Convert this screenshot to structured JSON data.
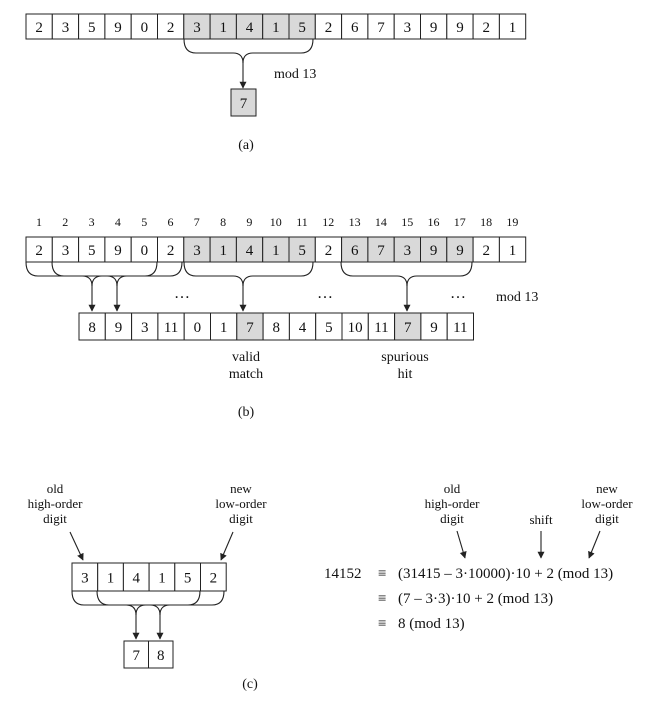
{
  "panel_a": {
    "digits": [
      "2",
      "3",
      "5",
      "9",
      "0",
      "2",
      "3",
      "1",
      "4",
      "1",
      "5",
      "2",
      "6",
      "7",
      "3",
      "9",
      "9",
      "2",
      "1"
    ],
    "mod_label": "mod 13",
    "result": "7",
    "caption": "(a)"
  },
  "panel_b": {
    "indices": [
      "1",
      "2",
      "3",
      "4",
      "5",
      "6",
      "7",
      "8",
      "9",
      "10",
      "11",
      "12",
      "13",
      "14",
      "15",
      "16",
      "17",
      "18",
      "19"
    ],
    "digits": [
      "2",
      "3",
      "5",
      "9",
      "0",
      "2",
      "3",
      "1",
      "4",
      "1",
      "5",
      "2",
      "6",
      "7",
      "3",
      "9",
      "9",
      "2",
      "1"
    ],
    "results": [
      "8",
      "9",
      "3",
      "11",
      "0",
      "1",
      "7",
      "8",
      "4",
      "5",
      "10",
      "11",
      "7",
      "9",
      "11"
    ],
    "ellipsis": "…",
    "mod_label": "mod 13",
    "valid_label": [
      "valid",
      "match"
    ],
    "spurious_label": [
      "spurious",
      "hit"
    ],
    "caption": "(b)"
  },
  "panel_c": {
    "old_label": [
      "old",
      "high-order",
      "digit"
    ],
    "new_label": [
      "new",
      "low-order",
      "digit"
    ],
    "digits": [
      "3",
      "1",
      "4",
      "1",
      "5",
      "2"
    ],
    "results": [
      "7",
      "8"
    ],
    "eq_old_label": [
      "old",
      "high-order",
      "digit"
    ],
    "eq_shift_label": "shift",
    "eq_new_label": [
      "new",
      "low-order",
      "digit"
    ],
    "eq_lhs": "14152",
    "eq_sign": "≡",
    "eq_line1": "(31415 – 3·10000)·10 + 2  (mod 13)",
    "eq_line2": "(7 – 3·3)·10 + 2  (mod 13)",
    "eq_line3": "8  (mod 13)",
    "caption": "(c)"
  }
}
